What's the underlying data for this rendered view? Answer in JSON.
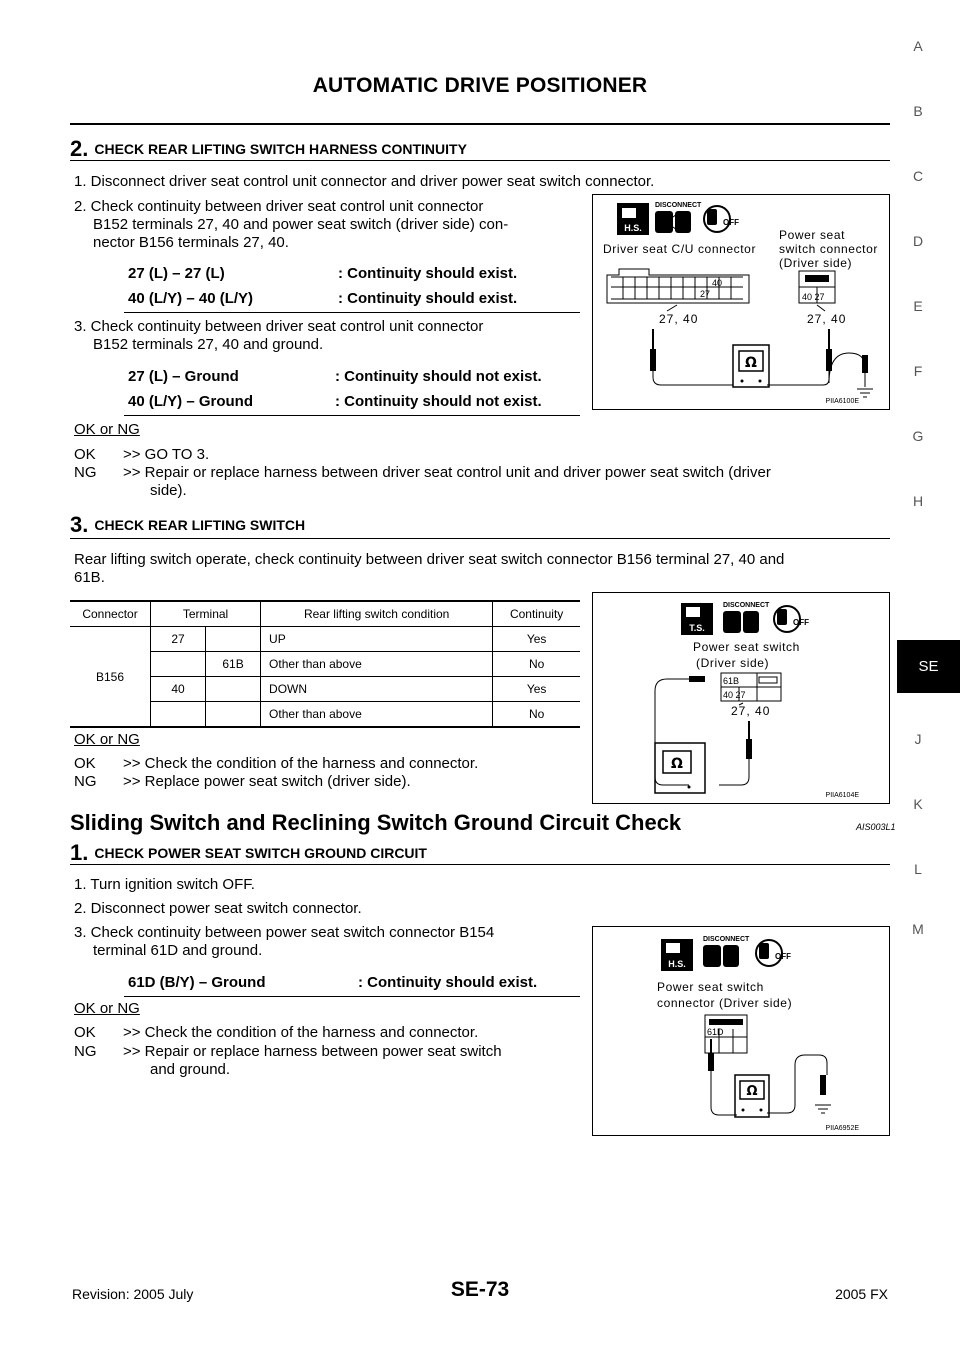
{
  "page": {
    "title": "AUTOMATIC DRIVE POSITIONER",
    "page_number": "SE-73",
    "revision": "Revision: 2005 July",
    "model": "2005 FX"
  },
  "side_index": {
    "letters": [
      "A",
      "B",
      "C",
      "D",
      "E",
      "F",
      "G",
      "H",
      "J",
      "K",
      "L",
      "M"
    ],
    "active_tab": "SE"
  },
  "step2": {
    "num": "2.",
    "heading": "CHECK REAR LIFTING SWITCH HARNESS CONTINUITY",
    "item1": "1.  Disconnect driver seat control unit connector and driver power seat switch connector.",
    "item2_line1": "2.  Check continuity between driver seat control unit connector",
    "item2_line2": "B152 terminals 27, 40 and power seat switch (driver side) con-",
    "item2_line3": "nector B156 terminals 27, 40.",
    "spec1_left": "27 (L) – 27 (L)",
    "spec1_right": ": Continuity should exist.",
    "spec2_left": "40 (L/Y) – 40 (L/Y)",
    "spec2_right": ": Continuity should exist.",
    "item3_line1": "3.  Check continuity between driver seat control unit connector",
    "item3_line2": "B152 terminals 27, 40 and ground.",
    "spec3_left": "27 (L) – Ground",
    "spec3_right": ": Continuity should not exist.",
    "spec4_left": "40 (L/Y) – Ground",
    "spec4_right": ": Continuity should not exist.",
    "ok_ng": "OK or NG",
    "ok_label": "OK",
    "ok_text": ">> GO TO 3.",
    "ng_label": "NG",
    "ng_text_line1": ">> Repair or replace harness between driver seat control unit and driver power seat switch (driver",
    "ng_text_line2": "side)."
  },
  "figure1": {
    "disconnect": "DISCONNECT",
    "hs": "H.S.",
    "off": "OFF",
    "left_connector": "Driver seat C/U connector",
    "right_connector_line1": "Power seat",
    "right_connector_line2": "switch connector",
    "right_connector_line3": "(Driver side)",
    "pin40": "40",
    "pin27": "27",
    "pins_right": "40 27",
    "probe_label_left": "27, 40",
    "probe_label_right": "27, 40",
    "meter": "Ω",
    "code": "PIIA6100E"
  },
  "step3": {
    "num": "3.",
    "heading": "CHECK REAR LIFTING SWITCH",
    "para_line1": "Rear lifting switch operate, check continuity between driver seat switch connector B156 terminal 27, 40 and",
    "para_line2": "61B.",
    "table": {
      "headers": [
        "Connector",
        "Terminal",
        "Rear lifting switch condition",
        "Continuity"
      ],
      "connector": "B156",
      "terminal_a": "27",
      "terminal_b": "40",
      "terminal_common": "61B",
      "rows": [
        {
          "condition": "UP",
          "continuity": "Yes"
        },
        {
          "condition": "Other than above",
          "continuity": "No"
        },
        {
          "condition": "DOWN",
          "continuity": "Yes"
        },
        {
          "condition": "Other than above",
          "continuity": "No"
        }
      ]
    },
    "ok_ng": "OK or NG",
    "ok_label": "OK",
    "ok_text": ">> Check the condition of the harness and connector.",
    "ng_label": "NG",
    "ng_text": ">> Replace power seat switch (driver side)."
  },
  "figure2": {
    "disconnect": "DISCONNECT",
    "ts": "T.S.",
    "off": "OFF",
    "label_line1": "Power seat switch",
    "label_line2": "(Driver side)",
    "pin61b": "61B",
    "pins": "40 27",
    "probe_label": "27, 40",
    "meter": "Ω",
    "code": "PIIA6104E"
  },
  "section": {
    "title": "Sliding Switch and Reclining Switch Ground Circuit Check",
    "code": "AIS003L1"
  },
  "step1": {
    "num": "1.",
    "heading": "CHECK POWER SEAT SWITCH GROUND CIRCUIT",
    "item1": "1.  Turn ignition switch OFF.",
    "item2": "2.  Disconnect power seat switch connector.",
    "item3_line1": "3.  Check continuity between power seat switch connector B154",
    "item3_line2": "terminal 61D and ground.",
    "spec_left": "61D (B/Y) – Ground",
    "spec_right": ": Continuity should exist.",
    "ok_ng": "OK or NG",
    "ok_label": "OK",
    "ok_text": ">> Check the condition of the harness and connector.",
    "ng_label": "NG",
    "ng_text_line1": ">> Repair or replace harness between power seat switch",
    "ng_text_line2": "and ground."
  },
  "figure3": {
    "disconnect": "DISCONNECT",
    "hs": "H.S.",
    "off": "OFF",
    "label_line1": "Power seat switch",
    "label_line2": "connector (Driver side)",
    "pin61d": "61D",
    "meter": "Ω",
    "code": "PIIA6952E"
  }
}
